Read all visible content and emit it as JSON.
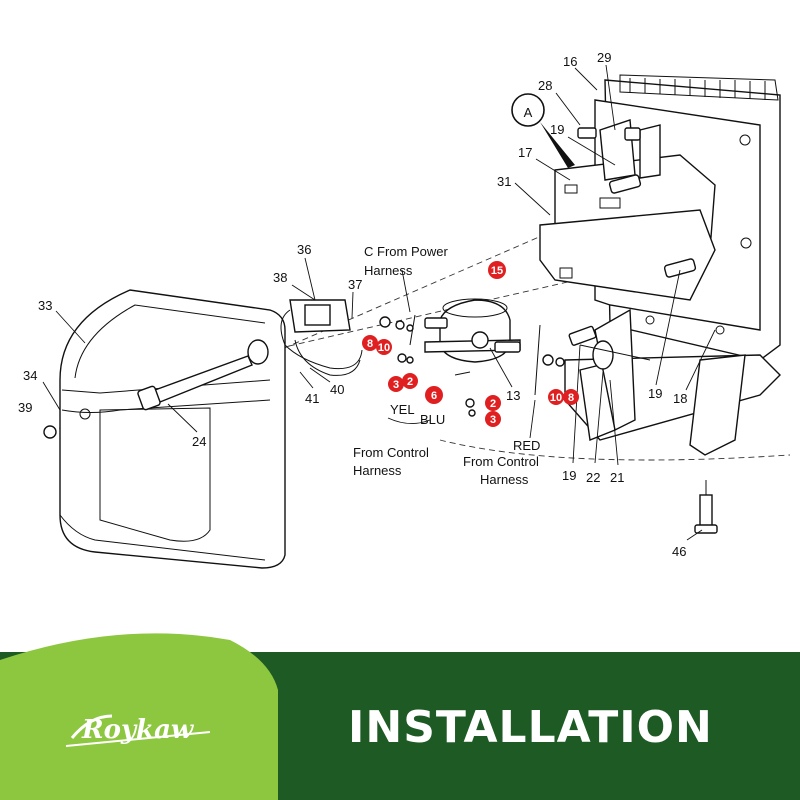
{
  "diagram": {
    "callout_letter": "A",
    "part_numbers": {
      "p16": "16",
      "p29": "29",
      "p28": "28",
      "p19a": "19",
      "p17": "17",
      "p31": "31",
      "p36": "36",
      "p38": "38",
      "p37": "37",
      "p33": "33",
      "p34": "34",
      "p39": "39",
      "p24": "24",
      "p40": "40",
      "p41": "41",
      "p13": "13",
      "p19b": "19",
      "p18": "18",
      "p19c": "19",
      "p22": "22",
      "p21": "21",
      "p46": "46"
    },
    "red_markers": {
      "m15": "15",
      "m8a": "8",
      "m10a": "10",
      "m3a": "3",
      "m2a": "2",
      "m6": "6",
      "m2b": "2",
      "m3b": "3",
      "m10b": "10",
      "m8b": "8"
    },
    "wire_labels": {
      "power_1": "C From Power",
      "power_2": "Harness",
      "yel": "YEL",
      "blu": "BLU",
      "ctrl_1": "From Control",
      "ctrl_2": "Harness",
      "red": "RED",
      "red_ctrl_1": "From Control",
      "red_ctrl_2": "Harness"
    }
  },
  "banner": {
    "brand": "Roykaw",
    "title": "INSTALLATION",
    "colors": {
      "light_green": "#8dc63f",
      "dark_green": "#1e5a24",
      "marker_red": "#e02020"
    }
  }
}
